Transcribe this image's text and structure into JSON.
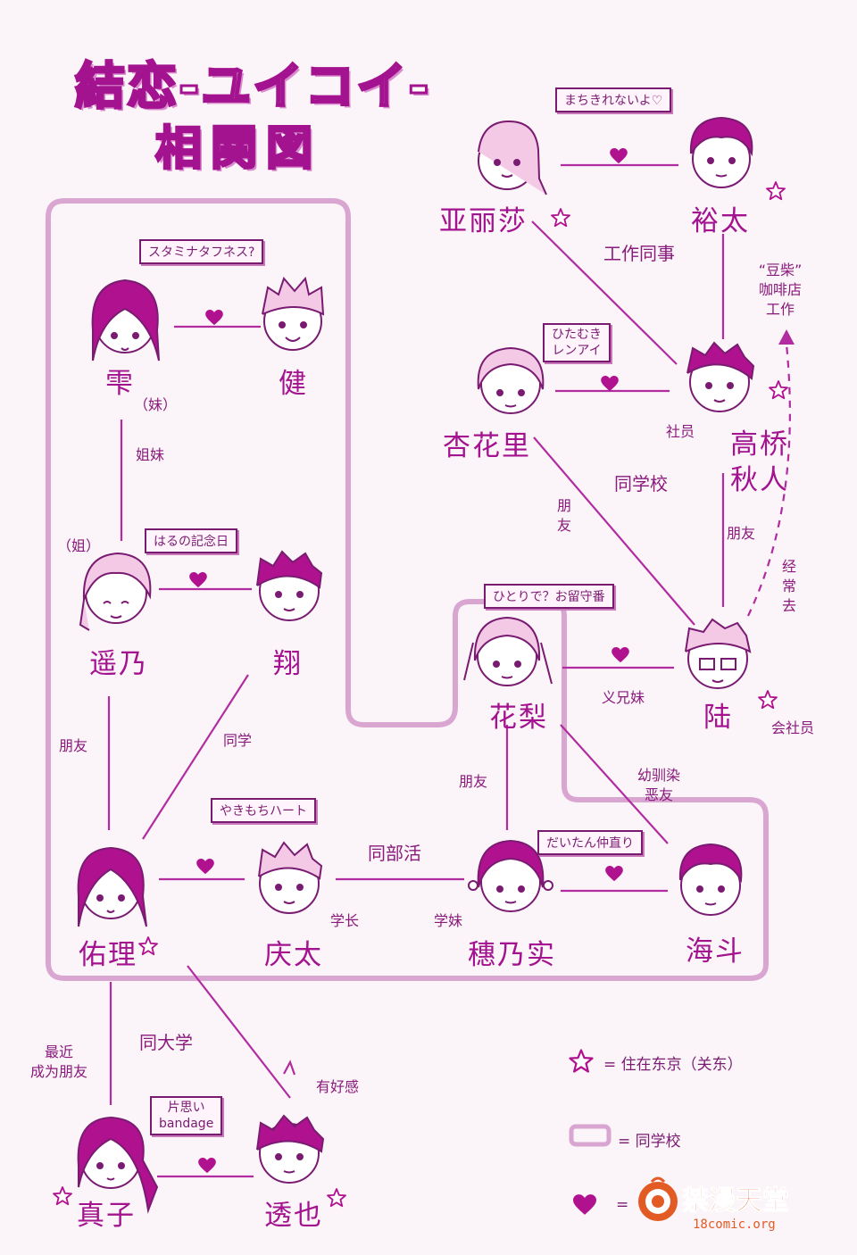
{
  "title": {
    "line1": "結恋-ユイコイ-",
    "line2": "相関図"
  },
  "characters": {
    "alisa": "亚丽莎",
    "yuta": "裕太",
    "kyoka": "杏花里",
    "akito_line1": "高桥",
    "akito_line2": "秋人",
    "karin": "花梨",
    "riku": "陆",
    "shizuku": "雫",
    "ken": "健",
    "haruno": "遥乃",
    "sho": "翔",
    "yuri": "佑理",
    "keita": "庆太",
    "honomi": "穗乃实",
    "kaito": "海斗",
    "mako": "真子",
    "toya": "透也"
  },
  "tags": {
    "alisa_yuta": "まちきれないよ♡",
    "shizuku_ken": "スタミナタフネス?",
    "kyoka_akito_l1": "ひたむき",
    "kyoka_akito_l2": "レンアイ",
    "haruno_sho": "はるの記念日",
    "karin_riku": "ひとりで？お留守番",
    "yuri_keita": "やきもちハート",
    "honomi_kaito": "だいたん仲直り",
    "mako_toya_l1": "片思い",
    "mako_toya_l2": "bandage"
  },
  "relations": {
    "coworkers": "工作同事",
    "mamesiba_l1": "“豆柴”",
    "mamesiba_l2": "咖啡店",
    "mamesiba_l3": "工作",
    "employee": "社员",
    "same_school": "同学校",
    "friends": "朋友",
    "often_go": "经常去",
    "step_siblings": "义兄妹",
    "company_employee": "会社员",
    "younger_sister": "（妹）",
    "sisters": "姐妹",
    "older_sister": "（姐）",
    "classmates": "同学",
    "childhood_friends_l1": "幼驯染",
    "childhood_friends_l2": "恶友",
    "same_club": "同部活",
    "senior": "学长",
    "junior": "学妹",
    "same_university": "同大学",
    "recently_friends_l1": "最近",
    "recently_friends_l2": "成为朋友",
    "has_feelings": "有好感"
  },
  "legend": {
    "star": "= 住在东京（关东）",
    "box": "= 同学校",
    "heart": "="
  },
  "watermark": {
    "main": "禁漫天堂",
    "sub": "18comic.org"
  },
  "colors": {
    "ink": "#a3138f",
    "line": "#b02ca0",
    "box": "#d9a6d2",
    "bg": "#fbf4f8",
    "watermark": "#e25a24"
  },
  "icons": {
    "couple": "heart-icon",
    "tokyo": "star-icon"
  }
}
